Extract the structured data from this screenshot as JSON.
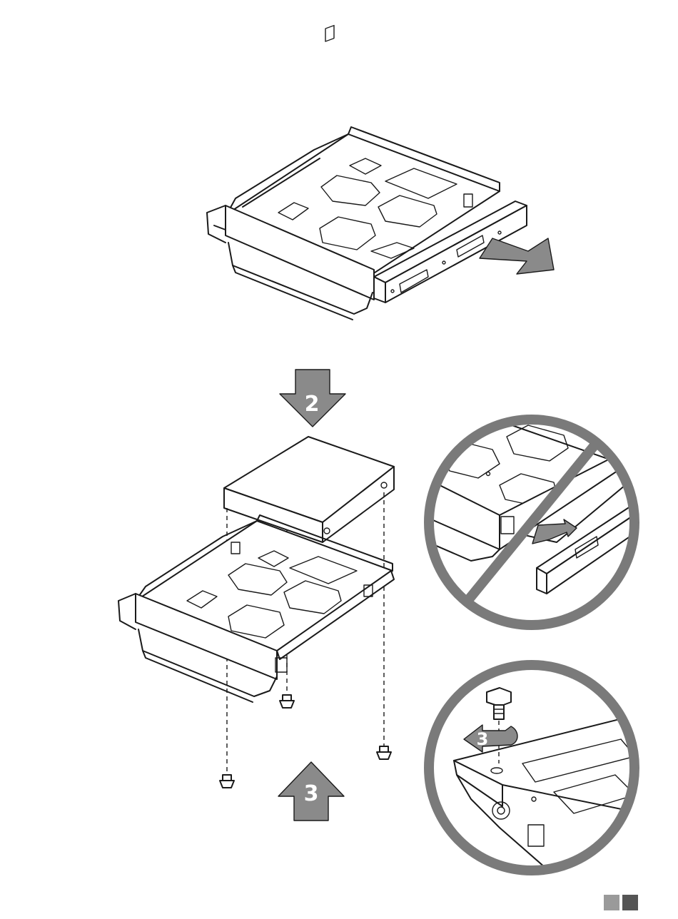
{
  "steps": {
    "insert_drive_label": "2",
    "screw_bottom_label": "3",
    "screw_detail_label": "3"
  },
  "colors": {
    "arrow_fill": "#8a8a8a",
    "prohibited_ring": "#7a7a7a",
    "line": "#1a1a1a",
    "page_marker_light": "#9a9a9a",
    "page_marker_dark": "#555555"
  },
  "icons": {
    "remove_rail": "arrow-right-icon",
    "insert_drive": "arrow-down-icon",
    "fasten_screws": "arrow-up-icon",
    "no_rail_insert": "prohibited-icon",
    "rotate_screw": "rotate-arrow-icon"
  }
}
